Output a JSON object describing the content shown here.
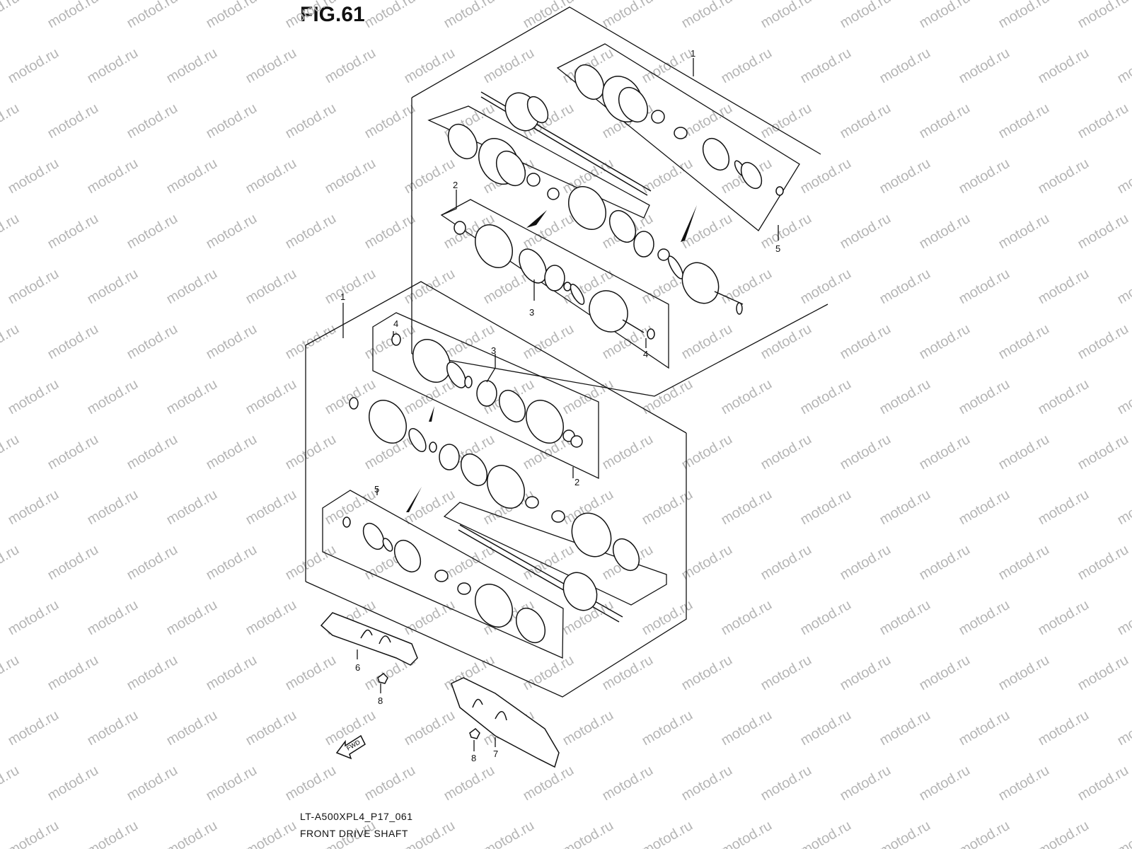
{
  "figure": {
    "title": "FIG.61",
    "diagram_code": "LT-A500XPL4_P17_061",
    "caption": "FRONT DRIVE SHAFT",
    "watermark": "motod.ru",
    "fwd_label": "FWD"
  },
  "callouts": {
    "c_top_1": "1",
    "c_top_2": "2",
    "c_top_3": "3",
    "c_top_4": "4",
    "c_top_5": "5",
    "c_bot_1": "1",
    "c_bot_2": "2",
    "c_bot_3": "3",
    "c_bot_4": "4",
    "c_bot_5": "5",
    "c_6": "6",
    "c_7": "7",
    "c_8a": "8",
    "c_8b": "8"
  }
}
